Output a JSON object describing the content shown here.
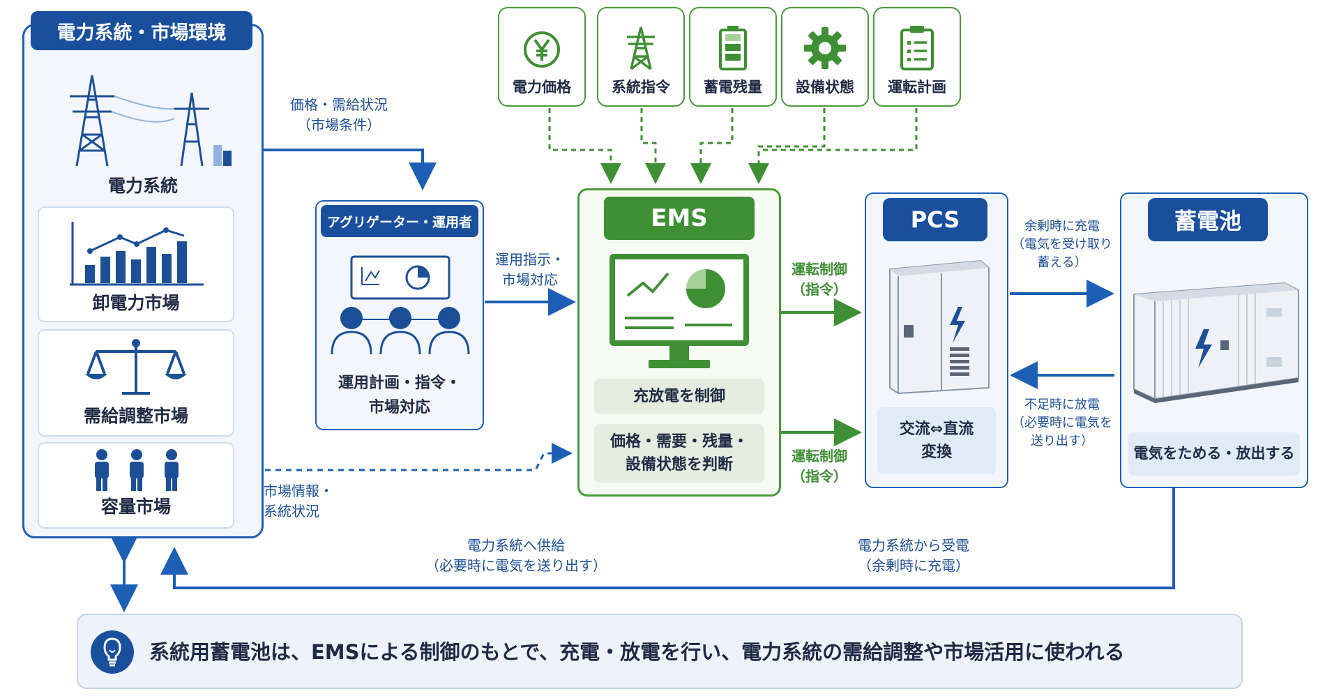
{
  "colors": {
    "blue": "#1a4f9e",
    "green": "#3f8f34",
    "light_blue": "#e1ebf7",
    "light_green": "#e3ecdf"
  },
  "left_panel": {
    "title": "電力系統・市場環境",
    "items": [
      {
        "label": "電力系統",
        "icon": "power-tower-icon"
      },
      {
        "label": "卸電力市場",
        "icon": "bar-chart-icon"
      },
      {
        "label": "需給調整市場",
        "icon": "balance-scale-icon"
      },
      {
        "label": "容量市場",
        "icon": "people-icon"
      }
    ]
  },
  "aggregator": {
    "title": "アグリゲーター・運用者",
    "caption_lines": [
      "運用計画・指令・",
      "市場対応"
    ]
  },
  "inputs": [
    {
      "label": "電力価格",
      "icon": "yen-icon"
    },
    {
      "label": "系統指令",
      "icon": "transmission-tower-icon"
    },
    {
      "label": "蓄電残量",
      "icon": "battery-icon"
    },
    {
      "label": "設備状態",
      "icon": "gear-icon"
    },
    {
      "label": "運転計画",
      "icon": "clipboard-icon"
    }
  ],
  "ems": {
    "title": "EMS",
    "box1": "充放電を制御",
    "box2_lines": [
      "価格・需要・残量・",
      "設備状態を判断"
    ]
  },
  "pcs": {
    "title": "PCS",
    "box_lines": [
      "交流⇔直流",
      "変換"
    ]
  },
  "battery": {
    "title": "蓄電池",
    "box": "電気をためる・放出する"
  },
  "flows": {
    "price_supply": [
      "価格・需給状況",
      "（市場条件）"
    ],
    "operation_order": [
      "運用指示・",
      "市場対応"
    ],
    "control_top": [
      "運転制御",
      "（指令）"
    ],
    "control_bottom": [
      "運転制御",
      "（指令）"
    ],
    "charge": [
      "余剰時に充電",
      "（電気を受け取り",
      "蓄える）"
    ],
    "discharge": [
      "不足時に放電",
      "（必要時に電気を",
      "送り出す）"
    ],
    "market_info": [
      "市場情報・",
      "系統状況"
    ],
    "supply_to_grid": [
      "電力系統へ供給",
      "（必要時に電気を送り出す）"
    ],
    "receive_from_grid": [
      "電力系統から受電",
      "（余剰時に充電）"
    ]
  },
  "summary": "系統用蓄電池は、EMSによる制御のもとで、充電・放電を行い、電力系統の需給調整や市場活用に使われる"
}
